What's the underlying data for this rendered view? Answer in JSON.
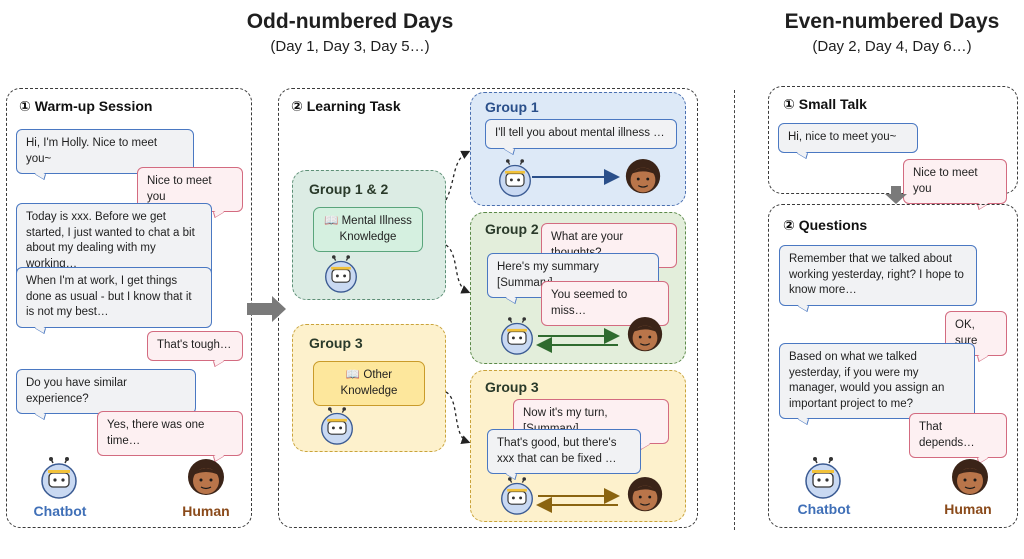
{
  "headings": {
    "odd_title": "Odd-numbered Days",
    "odd_sub": "(Day 1, Day 3, Day 5…)",
    "even_title": "Even-numbered Days",
    "even_sub": "(Day 2, Day 4, Day 6…)"
  },
  "warmup": {
    "title": "① Warm-up Session",
    "messages": [
      {
        "role": "bot",
        "text": "Hi, I'm Holly. Nice to meet you~"
      },
      {
        "role": "human",
        "text": "Nice to meet you"
      },
      {
        "role": "bot",
        "text": "Today is xxx. Before we get started, I just wanted to chat a bit about my dealing with my working…"
      },
      {
        "role": "bot",
        "text": "When I'm at work, I get things done as usual - but I know that it is not my best…"
      },
      {
        "role": "human",
        "text": "That's tough…"
      },
      {
        "role": "bot",
        "text": "Do you have similar experience?"
      },
      {
        "role": "human",
        "text": "Yes, there was one time…"
      }
    ],
    "chatbot_label": "Chatbot",
    "human_label": "Human"
  },
  "learning": {
    "title": "② Learning Task",
    "group12": {
      "title": "Group 1 & 2",
      "knowledge": "📖 Mental Illness Knowledge"
    },
    "group3_left": {
      "title": "Group 3",
      "knowledge": "📖 Other Knowledge"
    },
    "group1": {
      "title": "Group 1",
      "bot_msg": "I'll tell you about mental illness …"
    },
    "group2": {
      "title": "Group 2",
      "human_msg1": "What are your thoughts?",
      "bot_msg": "Here's my summary [Summary]",
      "human_msg2": "You seemed to miss…"
    },
    "group3": {
      "title": "Group 3",
      "human_msg": "Now it's my turn, [Summary]",
      "bot_msg": "That's good, but there's xxx that can be fixed …"
    }
  },
  "small_talk": {
    "title": "① Small Talk",
    "messages": [
      {
        "role": "bot",
        "text": "Hi, nice to meet you~"
      },
      {
        "role": "human",
        "text": "Nice to meet you"
      }
    ]
  },
  "questions": {
    "title": "② Questions",
    "messages": [
      {
        "role": "bot",
        "text": "Remember that we talked about working yesterday, right? I hope to know more…"
      },
      {
        "role": "human",
        "text": "OK, sure"
      },
      {
        "role": "bot",
        "text": "Based on what we talked yesterday, if you were my manager, would you assign an important project to me?"
      },
      {
        "role": "human",
        "text": "That depends…"
      }
    ],
    "chatbot_label": "Chatbot",
    "human_label": "Human"
  },
  "colors": {
    "bot_border": "#4a78c2",
    "human_border": "#d36b80",
    "group1": "#dde9f7",
    "group2": "#e3eedb",
    "group3": "#fdf1cc",
    "arrow_blue": "#2a4f8a",
    "arrow_green": "#2f6b2f",
    "arrow_brown": "#8a6410"
  }
}
